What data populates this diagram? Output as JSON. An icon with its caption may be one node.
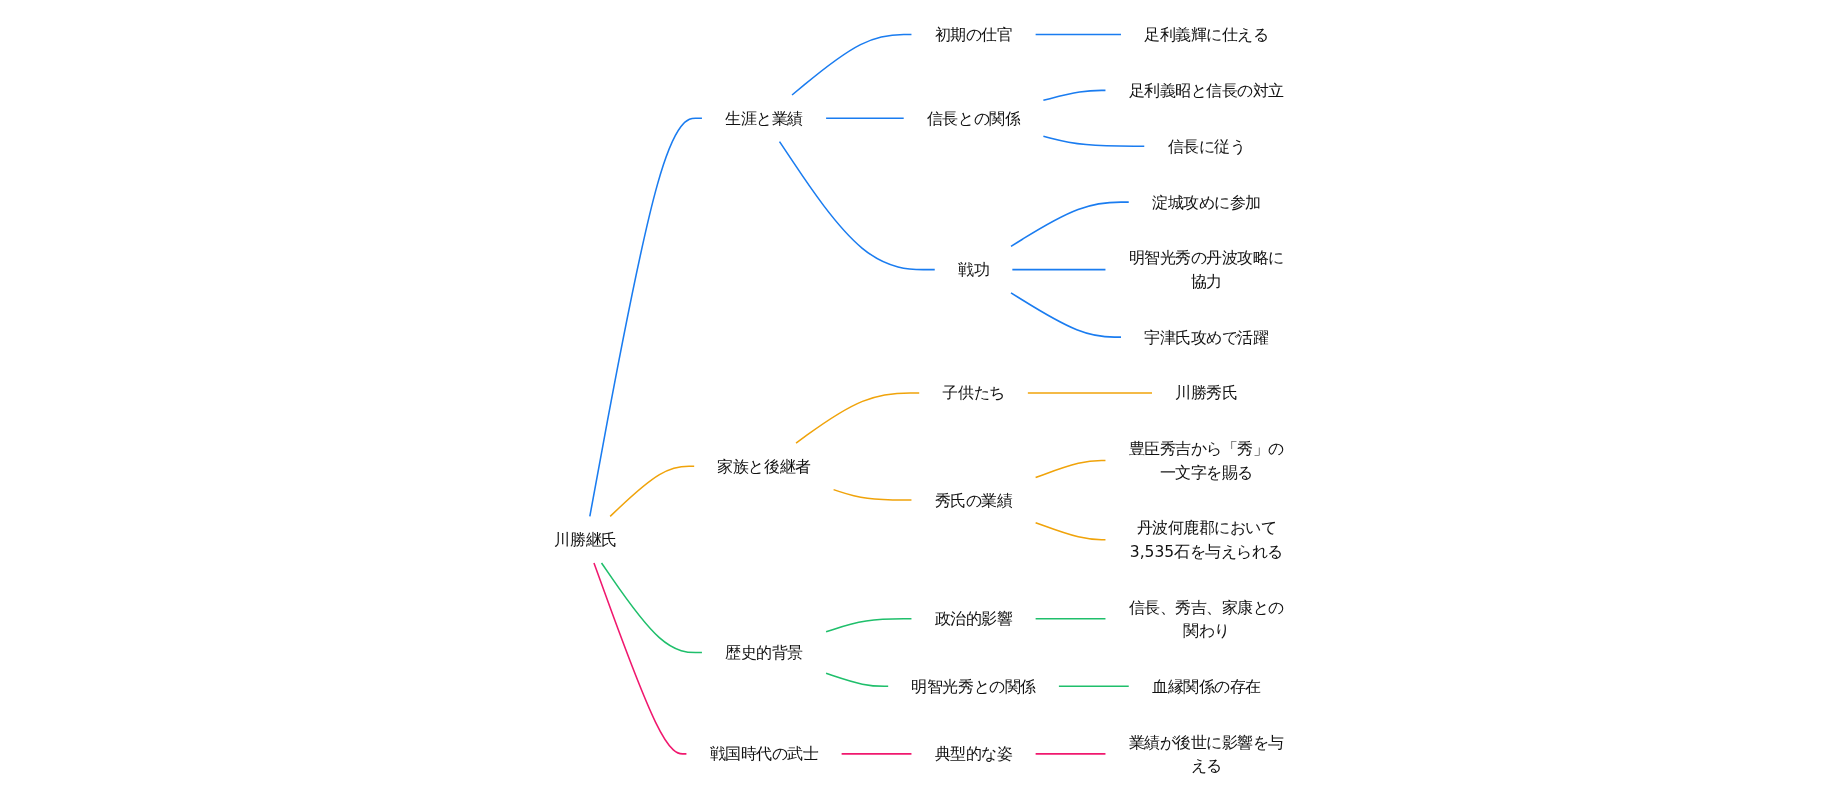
{
  "diagram": {
    "nodes": [
      {
        "text": [
          "川勝継氏"
        ]
      },
      {
        "text": [
          "生涯と業績"
        ]
      },
      {
        "text": [
          "初期の仕官"
        ]
      },
      {
        "text": [
          "足利義輝に仕える"
        ]
      },
      {
        "text": [
          "信長との関係"
        ]
      },
      {
        "text": [
          "足利義昭と信長の対立"
        ]
      },
      {
        "text": [
          "信長に従う"
        ]
      },
      {
        "text": [
          "戦功"
        ]
      },
      {
        "text": [
          "淀城攻めに参加"
        ]
      },
      {
        "text": [
          "明智光秀の丹波攻略に協力"
        ]
      },
      {
        "text": [
          "宇津氏攻めで活躍"
        ]
      },
      {
        "text": [
          "家族と後継者"
        ]
      },
      {
        "text": [
          "子供たち"
        ]
      },
      {
        "text": [
          "川勝秀氏"
        ]
      },
      {
        "text": [
          "秀氏の業績"
        ]
      },
      {
        "text": [
          "豊臣秀吉から「秀」の一文字を賜る"
        ]
      },
      {
        "text": [
          "丹波何鹿郡において3,535石を与えられる"
        ]
      },
      {
        "text": [
          "歴史的背景"
        ]
      },
      {
        "text": [
          "政治的影響"
        ]
      },
      {
        "text": [
          "信長、秀吉、家康との関わり"
        ]
      },
      {
        "text": [
          "明智光秀との関係"
        ]
      },
      {
        "text": [
          "血縁関係の存在"
        ]
      },
      {
        "text": [
          "戦国時代の武士"
        ]
      },
      {
        "text": [
          "典型的な姿"
        ]
      },
      {
        "text": [
          "業績が後世に影響を与える"
        ]
      }
    ],
    "edges": [
      {
        "from": 0,
        "to": 1,
        "arrow": "none"
      },
      {
        "from": 1,
        "to": 2,
        "arrow": "none"
      },
      {
        "from": 2,
        "to": 3,
        "arrow": "none"
      },
      {
        "from": 1,
        "to": 4,
        "arrow": "none"
      },
      {
        "from": 4,
        "to": 5,
        "arrow": "none"
      },
      {
        "from": 4,
        "to": 6,
        "arrow": "none"
      },
      {
        "from": 1,
        "to": 7,
        "arrow": "none"
      },
      {
        "from": 7,
        "to": 8,
        "arrow": "none"
      },
      {
        "from": 7,
        "to": 9,
        "arrow": "none"
      },
      {
        "from": 7,
        "to": 10,
        "arrow": "none"
      },
      {
        "from": 0,
        "to": 11,
        "arrow": "none",
        "color": "#f0a30a"
      },
      {
        "from": 11,
        "to": 12,
        "arrow": "none",
        "color": "#f0a30a"
      },
      {
        "from": 12,
        "to": 13,
        "arrow": "none",
        "color": "#f0a30a"
      },
      {
        "from": 11,
        "to": 14,
        "arrow": "none",
        "color": "#f0a30a"
      },
      {
        "from": 14,
        "to": 15,
        "arrow": "none",
        "color": "#f0a30a"
      },
      {
        "from": 14,
        "to": 16,
        "arrow": "none",
        "color": "#f0a30a"
      },
      {
        "from": 0,
        "to": 17,
        "arrow": "none",
        "color": "#1fbf6b"
      },
      {
        "from": 17,
        "to": 18,
        "arrow": "none",
        "color": "#1fbf6b"
      },
      {
        "from": 18,
        "to": 19,
        "arrow": "none",
        "color": "#1fbf6b"
      },
      {
        "from": 17,
        "to": 20,
        "arrow": "none",
        "color": "#1fbf6b"
      },
      {
        "from": 20,
        "to": 21,
        "arrow": "none",
        "color": "#1fbf6b"
      },
      {
        "from": 0,
        "to": 22,
        "arrow": "none",
        "color": "#f0186e"
      },
      {
        "from": 22,
        "to": 23,
        "arrow": "none",
        "color": "#f0186e"
      },
      {
        "from": 23,
        "to": 24,
        "arrow": "none",
        "color": "#f0186e"
      }
    ]
  }
}
